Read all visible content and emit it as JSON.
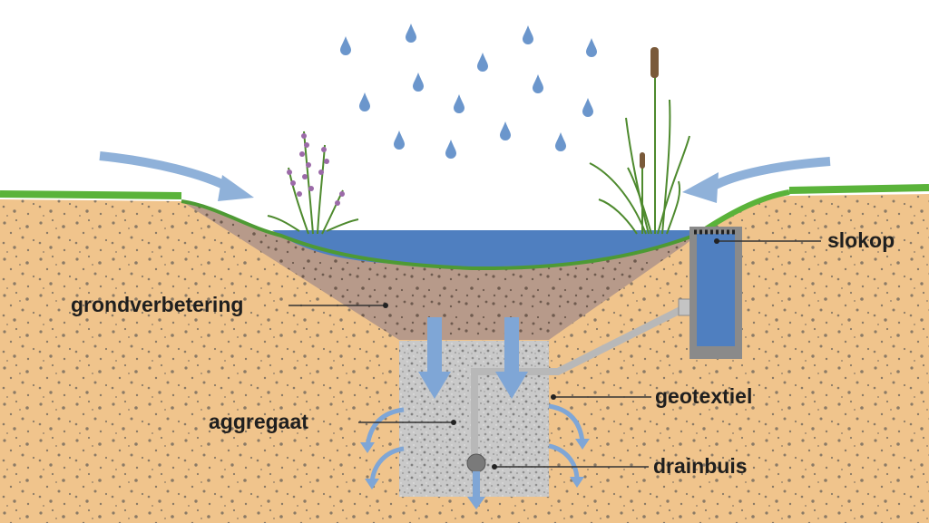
{
  "labels": {
    "slokop": "slokop",
    "grondverbetering": "grondverbetering",
    "geotextiel": "geotextiel",
    "aggregaat": "aggregaat",
    "drainbuis": "drainbuis"
  },
  "colors": {
    "sky": "#ffffff",
    "soil": "#f0c48c",
    "soil_dots": "#8a7a66",
    "improved_soil": "#b79a8a",
    "water": "#4f7fc0",
    "aggregate": "#c8c8c8",
    "grass": "#5ab33a",
    "arrow": "#7fa6d6",
    "raindrop": "#6b96cc",
    "pipe": "#b8b8b8",
    "slokop_frame": "#8a8a8a",
    "slokop_water": "#4f7fc0"
  },
  "icons": {
    "rain": "raindrop-icon",
    "flow": "arrow-icon",
    "plant_left": "flowering-plant-icon",
    "plant_right": "reed-plant-icon"
  }
}
